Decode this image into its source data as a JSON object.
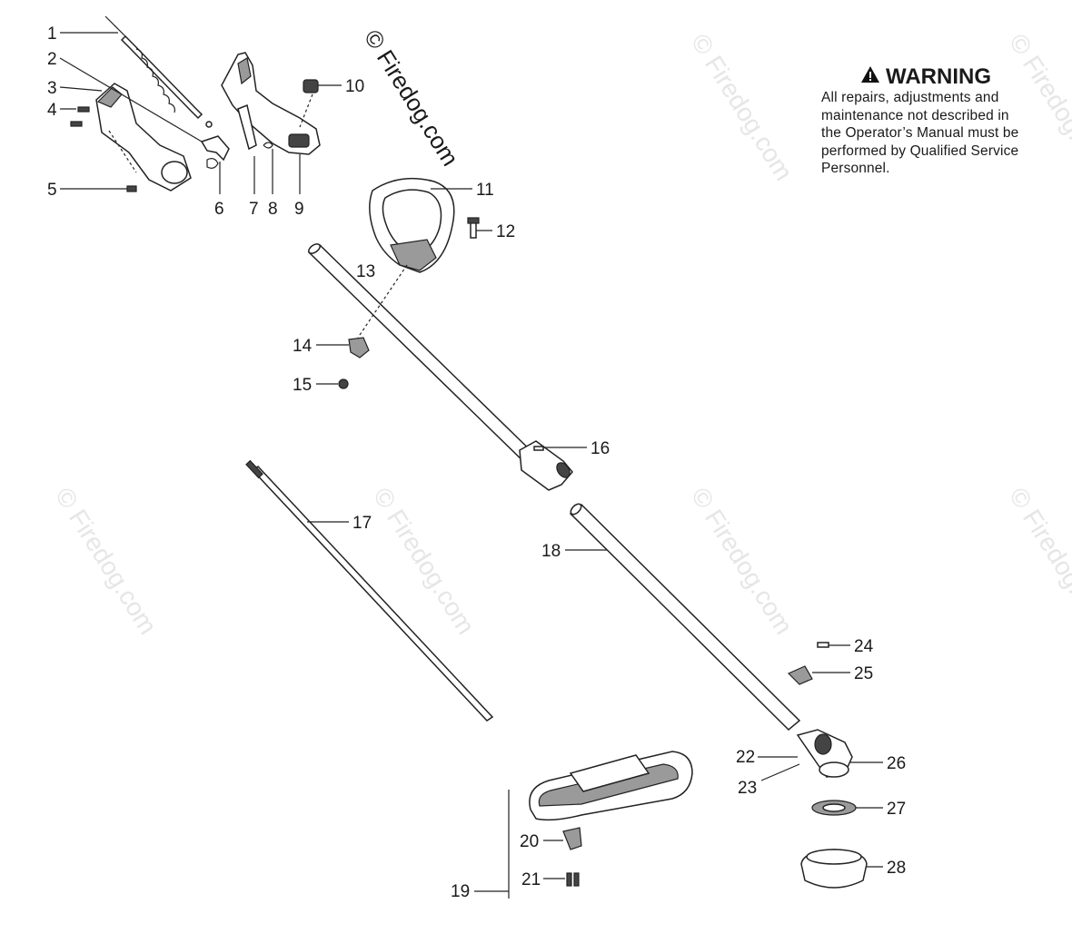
{
  "watermark": {
    "copyright": "© Firedog.com",
    "tile": "© Firedog.com"
  },
  "warning": {
    "title": "WARNING",
    "lines": [
      "All repairs, adjustments and",
      "maintenance not described in",
      "the Operator’s Manual must be",
      "performed by Qualified Service",
      "Personnel."
    ]
  },
  "callouts": {
    "c1": "1",
    "c2": "2",
    "c3": "3",
    "c4": "4",
    "c5": "5",
    "c6": "6",
    "c7": "7",
    "c8": "8",
    "c9": "9",
    "c10": "10",
    "c11": "11",
    "c12": "12",
    "c13": "13",
    "c14": "14",
    "c15": "15",
    "c16": "16",
    "c17": "17",
    "c18": "18",
    "c19": "19",
    "c20": "20",
    "c21": "21",
    "c22": "22",
    "c23": "23",
    "c24": "24",
    "c25": "25",
    "c26": "26",
    "c27": "27",
    "c28": "28"
  },
  "icons": {
    "warning": "warning-triangle-icon"
  }
}
